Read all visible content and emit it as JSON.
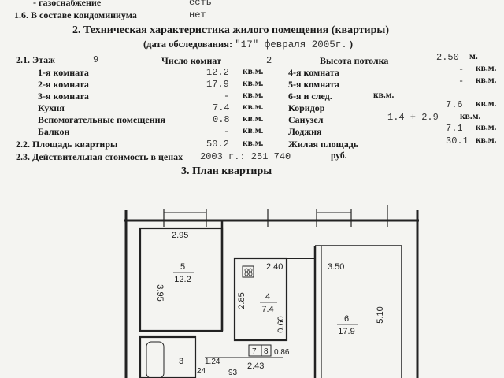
{
  "top": {
    "gas_label": "- газоснабжение",
    "gas_value": "есть",
    "condo_label": "1.6. В составе кондоминиума",
    "condo_value": "нет"
  },
  "section2": {
    "title": "2. Техническая характеристика жилого помещения (квартиры)",
    "date_prefix": "(дата обследования:",
    "date_value": "\"17\" февраля 2005г.",
    "date_suffix": ")"
  },
  "col1": [
    {
      "label": "2.1. Этаж",
      "value": "9",
      "unit": ""
    },
    {
      "label": "1-я комната",
      "value": "12.2",
      "unit": "кв.м."
    },
    {
      "label": "2-я комната",
      "value": "17.9",
      "unit": "кв.м."
    },
    {
      "label": "3-я комната",
      "value": "-",
      "unit": "кв.м."
    },
    {
      "label": "Кухня",
      "value": "7.4",
      "unit": "кв.м."
    },
    {
      "label": "Вспомогательные помещения",
      "value": "0.8",
      "unit": "кв.м."
    },
    {
      "label": "Балкон",
      "value": "-",
      "unit": "кв.м."
    }
  ],
  "rooms_count": {
    "label": "Число комнат",
    "value": "2"
  },
  "col2": [
    {
      "label": "Высота потолка",
      "value": "2.50",
      "unit": "м."
    },
    {
      "label": "4-я комната",
      "value": "-",
      "unit": "кв.м."
    },
    {
      "label": "5-я комната",
      "value": "-",
      "unit": "кв.м."
    },
    {
      "label": "6-я и след.",
      "value": "",
      "unit": "кв.м."
    },
    {
      "label": "Коридор",
      "value": "7.6",
      "unit": "кв.м."
    },
    {
      "label": "Санузел",
      "value": "1.4 + 2.9",
      "unit": "кв.м."
    },
    {
      "label": "Лоджия",
      "value": "7.1",
      "unit": "кв.м."
    }
  ],
  "area": {
    "label": "2.2. Площадь квартиры",
    "value": "50.2",
    "unit": "кв.м.",
    "living_label": "Жилая площадь",
    "living_value": "30.1",
    "living_unit": "кв.м."
  },
  "cost": {
    "label": "2.3. Действительная стоимость в ценах",
    "value": "2003 г.: 251 740",
    "unit": "руб."
  },
  "section3": {
    "title": "3. План квартиры"
  },
  "plan": {
    "dims": [
      "2.95",
      "3.95",
      "2.40",
      "3.50",
      "2.85",
      "0.60",
      "5.10",
      "2.43",
      "0.86",
      "1.24",
      "24",
      "93"
    ],
    "room5": {
      "num": "5",
      "area": "12.2"
    },
    "room4": {
      "num": "4",
      "area": "7.4"
    },
    "room6": {
      "num": "6",
      "area": "17.9"
    },
    "room3": {
      "num": "3"
    },
    "small_nums": [
      "7",
      "8"
    ]
  }
}
